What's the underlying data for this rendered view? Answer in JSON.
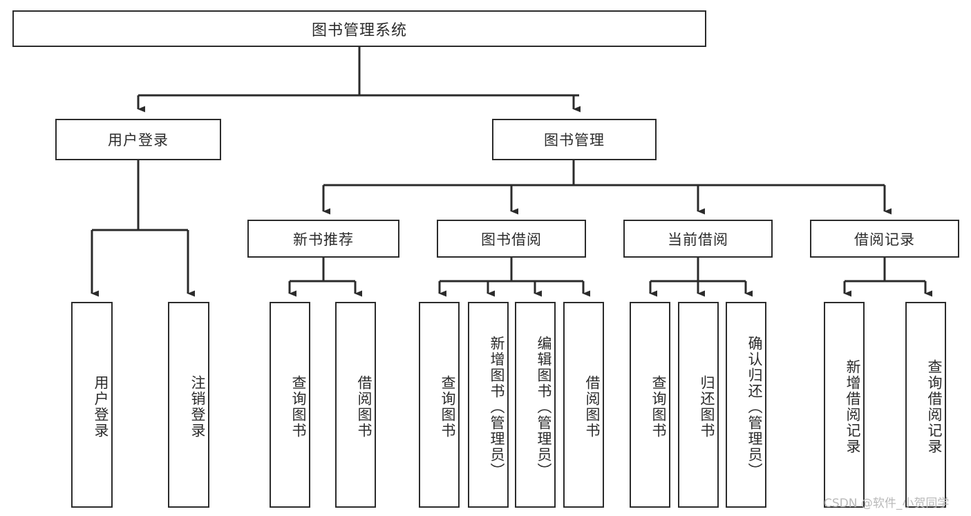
{
  "diagram": {
    "title": "图书管理系统",
    "root": {
      "label": "图书管理系统"
    },
    "level2": [
      {
        "label": "用户登录"
      },
      {
        "label": "图书管理"
      }
    ],
    "level3": [
      {
        "label": "新书推荐"
      },
      {
        "label": "图书借阅"
      },
      {
        "label": "当前借阅"
      },
      {
        "label": "借阅记录"
      }
    ],
    "leaves": {
      "user_login": [
        {
          "label": "用户登录"
        },
        {
          "label": "注销登录"
        }
      ],
      "new_book_recommend": [
        {
          "label": "查询图书"
        },
        {
          "label": "借阅图书"
        }
      ],
      "book_borrow": [
        {
          "label": "查询图书"
        },
        {
          "label": "新增图书（管理员）"
        },
        {
          "label": "编辑图书（管理员）"
        },
        {
          "label": "借阅图书"
        }
      ],
      "current_borrow": [
        {
          "label": "查询图书"
        },
        {
          "label": "归还图书"
        },
        {
          "label": "确认归还（管理员）"
        }
      ],
      "borrow_record": [
        {
          "label": "新增借阅记录"
        },
        {
          "label": "查询借阅记录"
        }
      ]
    }
  },
  "watermark": {
    "text": "CSDN @软件_小贺同学"
  },
  "colors": {
    "stroke": "#2b2b2b",
    "background": "#ffffff",
    "text": "#2b2b2b",
    "watermark": "#b9b9b9"
  }
}
